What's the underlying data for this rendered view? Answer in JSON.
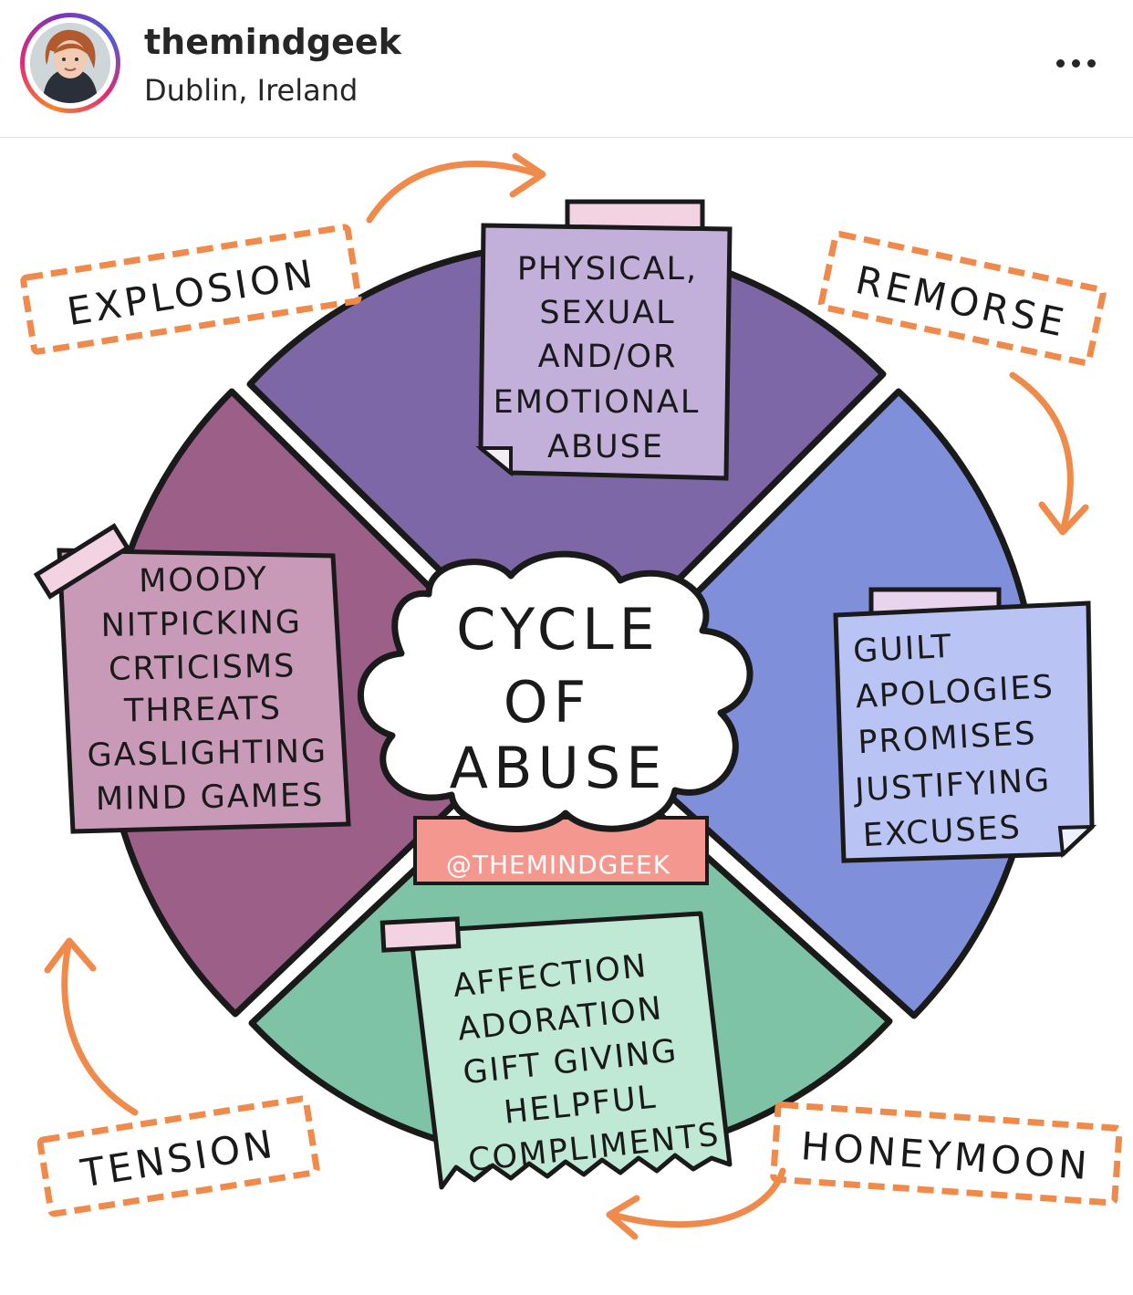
{
  "header": {
    "username": "themindgeek",
    "location": "Dublin, Ireland",
    "more_icon": "more-horizontal-icon"
  },
  "diagram": {
    "center": [
      "CYCLE",
      "OF",
      "ABUSE"
    ],
    "watermark": "@THEMINDGEEK",
    "stages": {
      "explosion": "EXPLOSION",
      "remorse": "REMORSE",
      "honeymoon": "HONEYMOON",
      "tension": "TENSION"
    },
    "notes": {
      "explosion": [
        "PHYSICAL,",
        "SEXUAL",
        "AND/OR",
        "EMOTIONAL",
        "ABUSE"
      ],
      "remorse": [
        "GUILT",
        "APOLOGIES",
        "PROMISES",
        "JUSTIFYING",
        "EXCUSES"
      ],
      "honeymoon": [
        "AFFECTION",
        "ADORATION",
        "GIFT GIVING",
        "HELPFUL",
        "COMPLIMENTS"
      ],
      "tension": [
        "MOODY",
        "NITPICKING",
        "CRTICISMS",
        "THREATS",
        "GASLIGHTING",
        "MIND GAMES"
      ]
    },
    "colors": {
      "explosion": "#7d67a6",
      "remorse": "#7f8fd9",
      "honeymoon": "#7fc3a6",
      "tension": "#9c6088",
      "label_border": "#f08a4b",
      "arrow": "#f08a4b",
      "watermark_bg": "#f4978e"
    }
  }
}
